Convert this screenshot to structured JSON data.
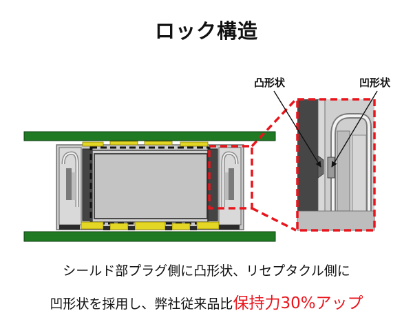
{
  "title": "ロック構造",
  "callouts": {
    "convex": "凸形状",
    "concave": "凹形状"
  },
  "caption": {
    "line1": "シールド部プラグ側に凸形状、リセプタクル側に",
    "line2_prefix": "凹形状を採用し、弊社従来品比",
    "line2_highlight": "保持力30%アップ"
  },
  "colors": {
    "pcb": "#1f7a23",
    "highlight_frame": "#e8151c",
    "highlight_text": "#e8151c",
    "plating": "#e4d624"
  }
}
